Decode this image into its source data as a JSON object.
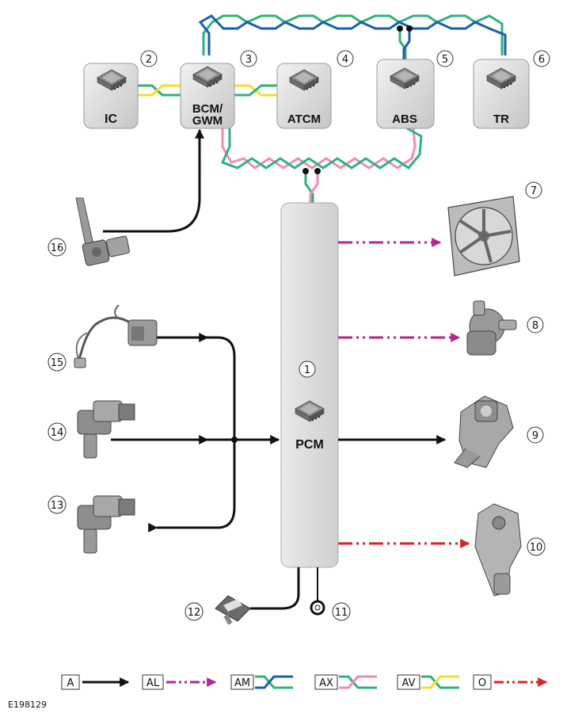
{
  "modules": {
    "ic": "IC",
    "bcm": "BCM/",
    "gwm": "GWM",
    "atcm": "ATCM",
    "abs": "ABS",
    "tr": "TR",
    "pcm": "PCM"
  },
  "callouts": {
    "c1": "1",
    "c2": "2",
    "c3": "3",
    "c4": "4",
    "c5": "5",
    "c6": "6",
    "c7": "7",
    "c8": "8",
    "c9": "9",
    "c10": "10",
    "c11": "11",
    "c12": "12",
    "c13": "13",
    "c14": "14",
    "c15": "15",
    "c16": "16"
  },
  "legend": {
    "a": "A",
    "al": "AL",
    "am": "AM",
    "ax": "AX",
    "av": "AV",
    "o": "O"
  },
  "reference": "E198129",
  "colors": {
    "hardwired": "#111111",
    "al": "#b0278f",
    "o": "#d9232a",
    "can_green": "#2db27d",
    "can_blue": "#1a5fa8",
    "can_pink": "#f08bb4",
    "can_yellow": "#f4de2b",
    "module_fill": "#dcdcdc"
  }
}
